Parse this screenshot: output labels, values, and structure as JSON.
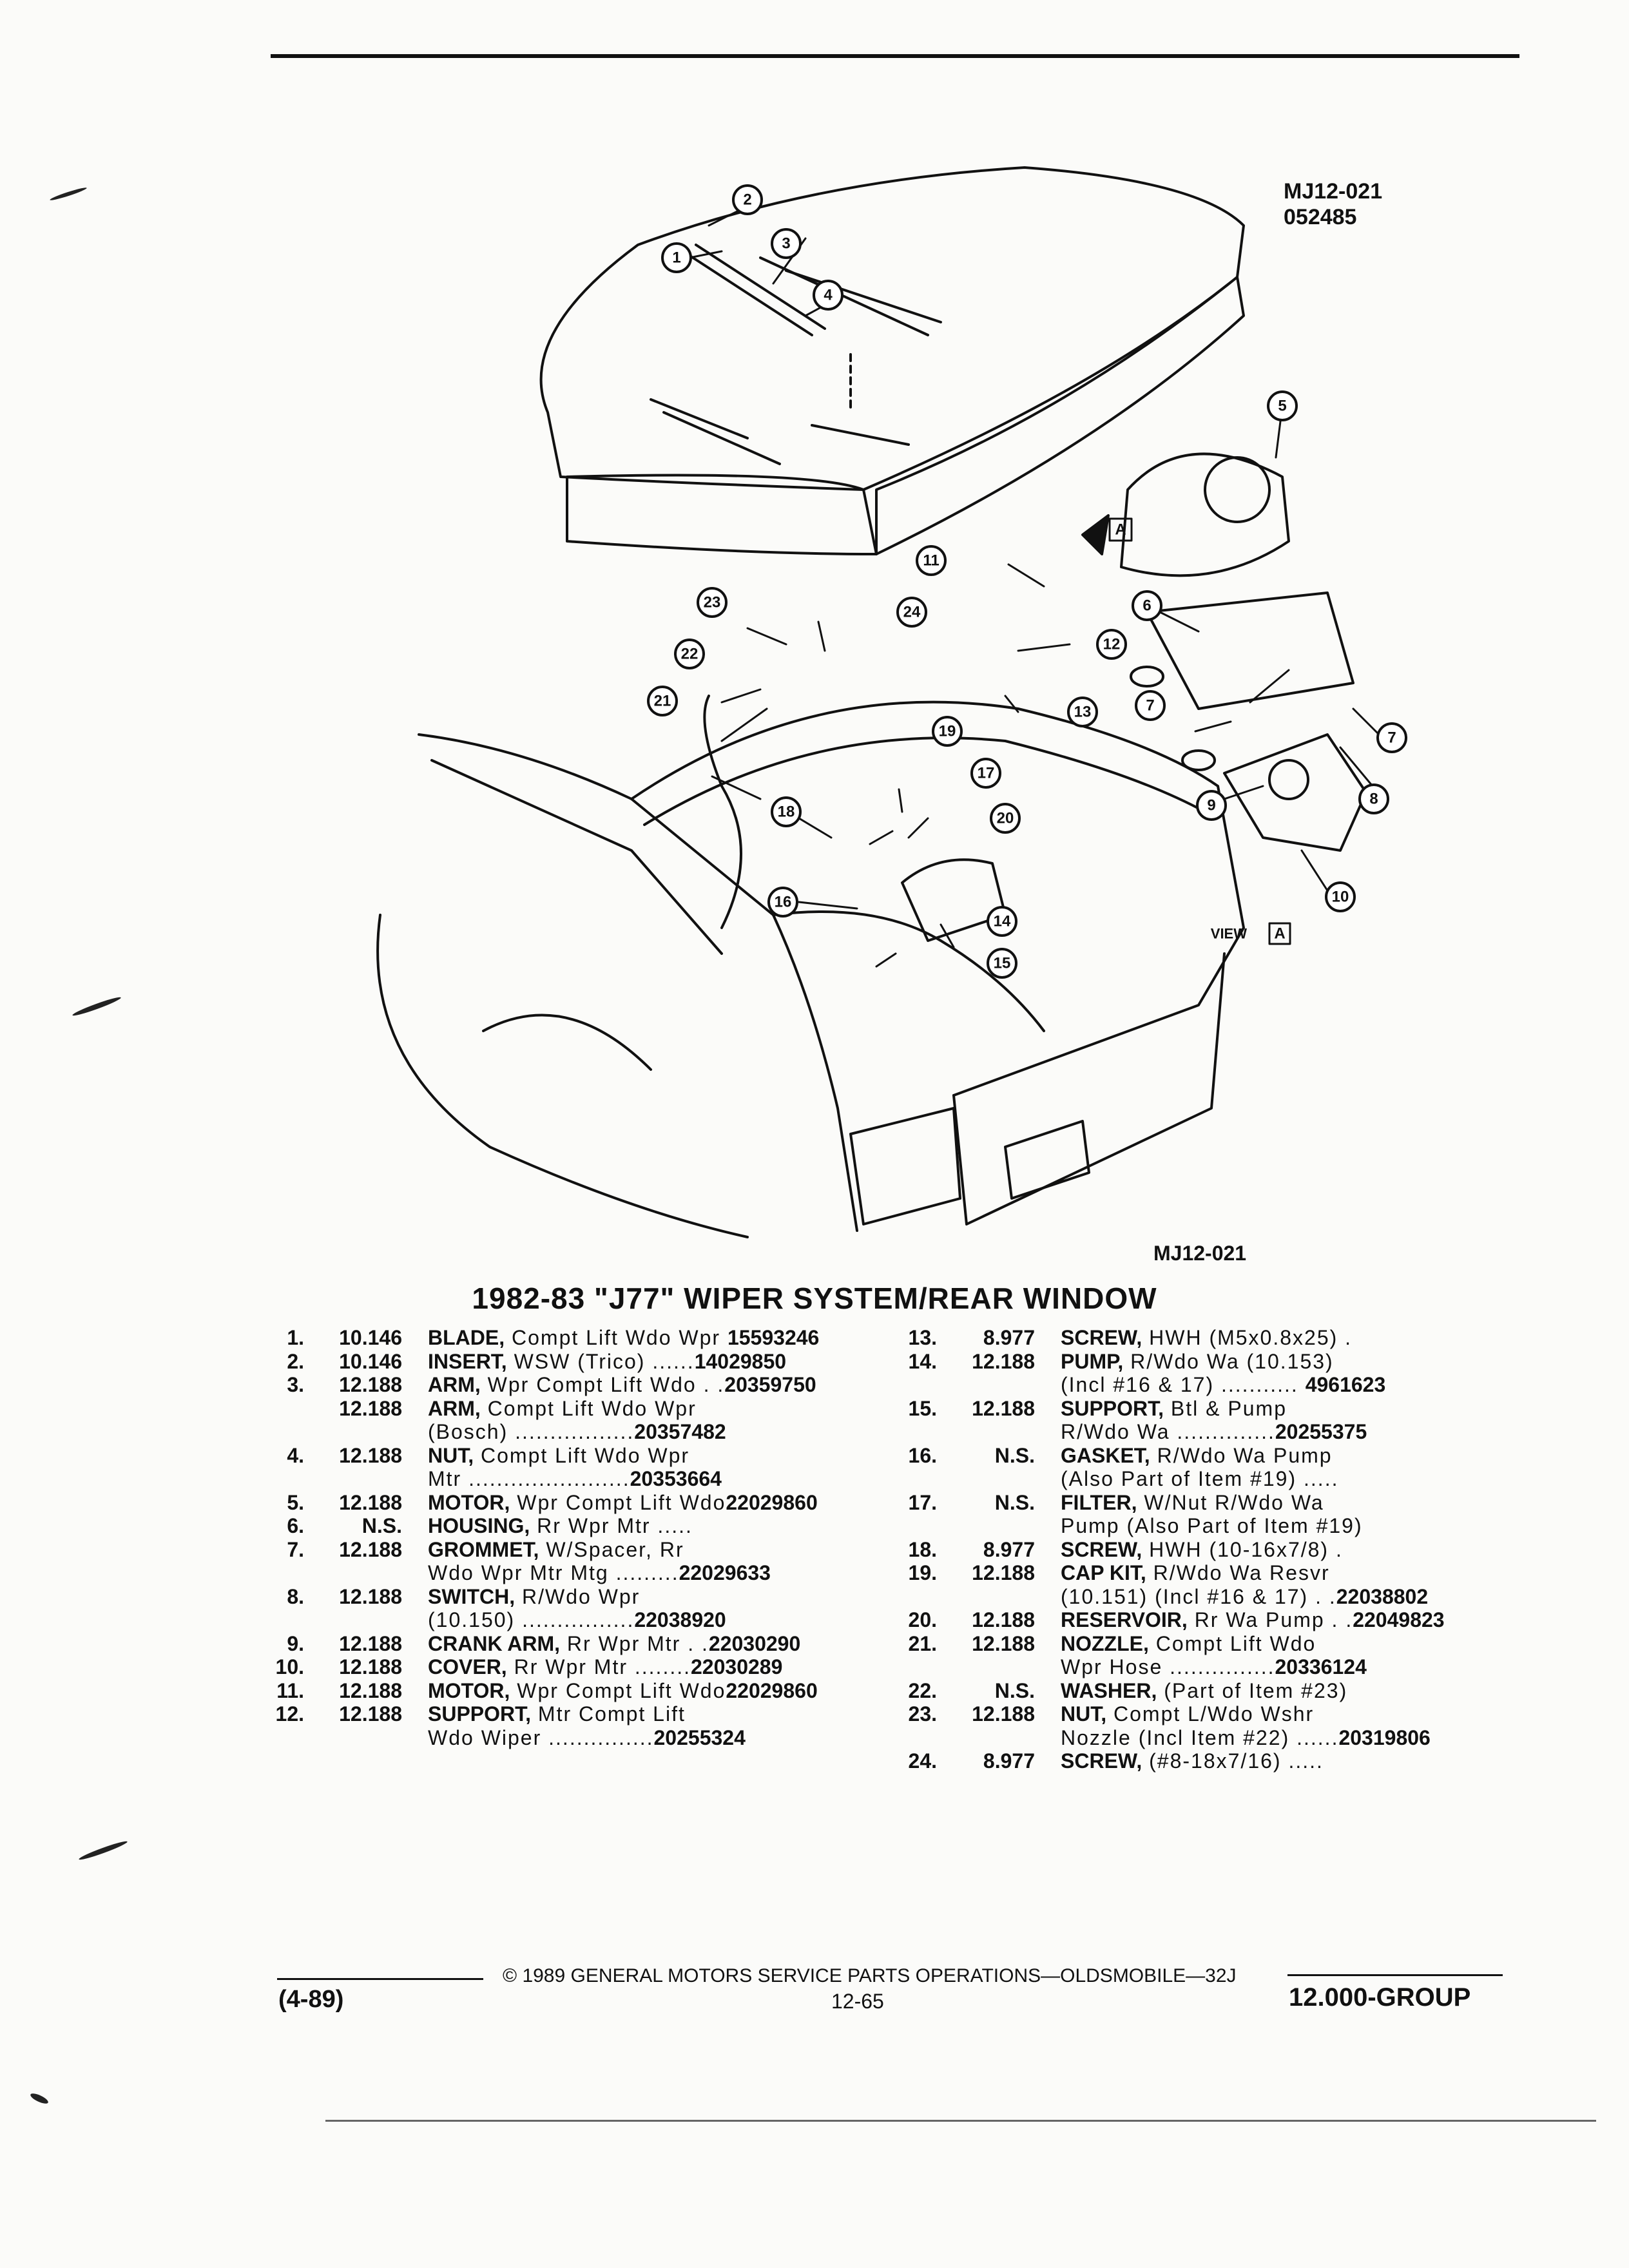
{
  "header": {
    "code": "MJ12-021",
    "date_code": "052485"
  },
  "figure": {
    "code": "MJ12-021",
    "view_label": "VIEW",
    "view_letter": "A",
    "callouts": [
      "1",
      "2",
      "3",
      "4",
      "5",
      "6",
      "7",
      "7",
      "8",
      "9",
      "10",
      "11",
      "12",
      "13",
      "14",
      "15",
      "16",
      "17",
      "18",
      "19",
      "20",
      "21",
      "22",
      "23",
      "24"
    ]
  },
  "title": "1982-83 \"J77\" WIPER SYSTEM/REAR WINDOW",
  "parts_left": [
    {
      "num": "1.",
      "group": "10.146",
      "lines": [
        {
          "name": "BLADE,",
          "text": " Compt Lift Wdo Wpr ",
          "pn": "15593246"
        }
      ]
    },
    {
      "num": "2.",
      "group": "10.146",
      "lines": [
        {
          "name": "INSERT,",
          "text": " WSW (Trico) ......",
          "pn": "14029850"
        }
      ]
    },
    {
      "num": "3.",
      "group": "12.188",
      "lines": [
        {
          "name": "ARM,",
          "text": " Wpr Compt Lift Wdo . .",
          "pn": "20359750"
        }
      ]
    },
    {
      "num": "",
      "group": "12.188",
      "lines": [
        {
          "name": "ARM,",
          "text": " Compt Lift Wdo Wpr",
          "pn": ""
        },
        {
          "name": "",
          "text": "(Bosch) .................",
          "pn": "20357482"
        }
      ]
    },
    {
      "num": "4.",
      "group": "12.188",
      "lines": [
        {
          "name": "NUT,",
          "text": " Compt Lift Wdo Wpr",
          "pn": ""
        },
        {
          "name": "",
          "text": "Mtr .......................",
          "pn": "20353664"
        }
      ]
    },
    {
      "num": "5.",
      "group": "12.188",
      "lines": [
        {
          "name": "MOTOR,",
          "text": " Wpr Compt Lift Wdo",
          "pn": "22029860"
        }
      ]
    },
    {
      "num": "6.",
      "group": "N.S.",
      "lines": [
        {
          "name": "HOUSING,",
          "text": " Rr Wpr Mtr .....",
          "pn": ""
        }
      ]
    },
    {
      "num": "7.",
      "group": "12.188",
      "lines": [
        {
          "name": "GROMMET,",
          "text": " W/Spacer, Rr",
          "pn": ""
        },
        {
          "name": "",
          "text": "Wdo Wpr Mtr Mtg .........",
          "pn": "22029633"
        }
      ]
    },
    {
      "num": "8.",
      "group": "12.188",
      "lines": [
        {
          "name": "SWITCH,",
          "text": " R/Wdo Wpr",
          "pn": ""
        },
        {
          "name": "",
          "text": "(10.150) ................",
          "pn": "22038920"
        }
      ]
    },
    {
      "num": "9.",
      "group": "12.188",
      "lines": [
        {
          "name": "CRANK ARM,",
          "text": " Rr Wpr Mtr . .",
          "pn": "22030290"
        }
      ]
    },
    {
      "num": "10.",
      "group": "12.188",
      "lines": [
        {
          "name": "COVER,",
          "text": " Rr Wpr Mtr ........",
          "pn": "22030289"
        }
      ]
    },
    {
      "num": "11.",
      "group": "12.188",
      "lines": [
        {
          "name": "MOTOR,",
          "text": " Wpr Compt Lift Wdo",
          "pn": "22029860"
        }
      ]
    },
    {
      "num": "12.",
      "group": "12.188",
      "lines": [
        {
          "name": "SUPPORT,",
          "text": " Mtr Compt Lift",
          "pn": ""
        },
        {
          "name": "",
          "text": "Wdo Wiper ...............",
          "pn": "20255324"
        }
      ]
    }
  ],
  "parts_right": [
    {
      "num": "13.",
      "group": "8.977",
      "lines": [
        {
          "name": "SCREW,",
          "text": " HWH (M5x0.8x25) .",
          "pn": ""
        }
      ]
    },
    {
      "num": "14.",
      "group": "12.188",
      "lines": [
        {
          "name": "PUMP,",
          "text": " R/Wdo Wa (10.153)",
          "pn": ""
        },
        {
          "name": "",
          "text": "(Incl #16 & 17) ........... ",
          "pn": "4961623"
        }
      ]
    },
    {
      "num": "15.",
      "group": "12.188",
      "lines": [
        {
          "name": "SUPPORT,",
          "text": " Btl & Pump",
          "pn": ""
        },
        {
          "name": "",
          "text": "R/Wdo Wa ..............",
          "pn": "20255375"
        }
      ]
    },
    {
      "num": "16.",
      "group": "N.S.",
      "lines": [
        {
          "name": "GASKET,",
          "text": " R/Wdo Wa Pump",
          "pn": ""
        },
        {
          "name": "",
          "text": "(Also Part of Item #19) .....",
          "pn": ""
        }
      ]
    },
    {
      "num": "17.",
      "group": "N.S.",
      "lines": [
        {
          "name": "FILTER,",
          "text": " W/Nut R/Wdo Wa",
          "pn": ""
        },
        {
          "name": "",
          "text": "Pump (Also Part of Item #19)",
          "pn": ""
        }
      ]
    },
    {
      "num": "18.",
      "group": "8.977",
      "lines": [
        {
          "name": "SCREW,",
          "text": " HWH (10-16x7/8) .",
          "pn": ""
        }
      ]
    },
    {
      "num": "19.",
      "group": "12.188",
      "lines": [
        {
          "name": "CAP KIT,",
          "text": " R/Wdo Wa Resvr",
          "pn": ""
        },
        {
          "name": "",
          "text": "(10.151) (Incl #16 & 17) . .",
          "pn": "22038802"
        }
      ]
    },
    {
      "num": "20.",
      "group": "12.188",
      "lines": [
        {
          "name": "RESERVOIR,",
          "text": " Rr Wa Pump . .",
          "pn": "22049823"
        }
      ]
    },
    {
      "num": "21.",
      "group": "12.188",
      "lines": [
        {
          "name": "NOZZLE,",
          "text": " Compt Lift Wdo",
          "pn": ""
        },
        {
          "name": "",
          "text": "Wpr Hose ...............",
          "pn": "20336124"
        }
      ]
    },
    {
      "num": "22.",
      "group": "N.S.",
      "lines": [
        {
          "name": "WASHER,",
          "text": " (Part of Item #23)",
          "pn": ""
        }
      ]
    },
    {
      "num": "23.",
      "group": "12.188",
      "lines": [
        {
          "name": "NUT,",
          "text": " Compt L/Wdo Wshr",
          "pn": ""
        },
        {
          "name": "",
          "text": "Nozzle (Incl Item #22) ......",
          "pn": "20319806"
        }
      ]
    },
    {
      "num": "24.",
      "group": "8.977",
      "lines": [
        {
          "name": "SCREW,",
          "text": " (#8-18x7/16) .....",
          "pn": ""
        }
      ]
    }
  ],
  "footer": {
    "copyright": "© 1989 GENERAL MOTORS SERVICE PARTS OPERATIONS—OLDSMOBILE—32J",
    "revision": "(4-89)",
    "page": "12-65",
    "group": "12.000-GROUP"
  }
}
